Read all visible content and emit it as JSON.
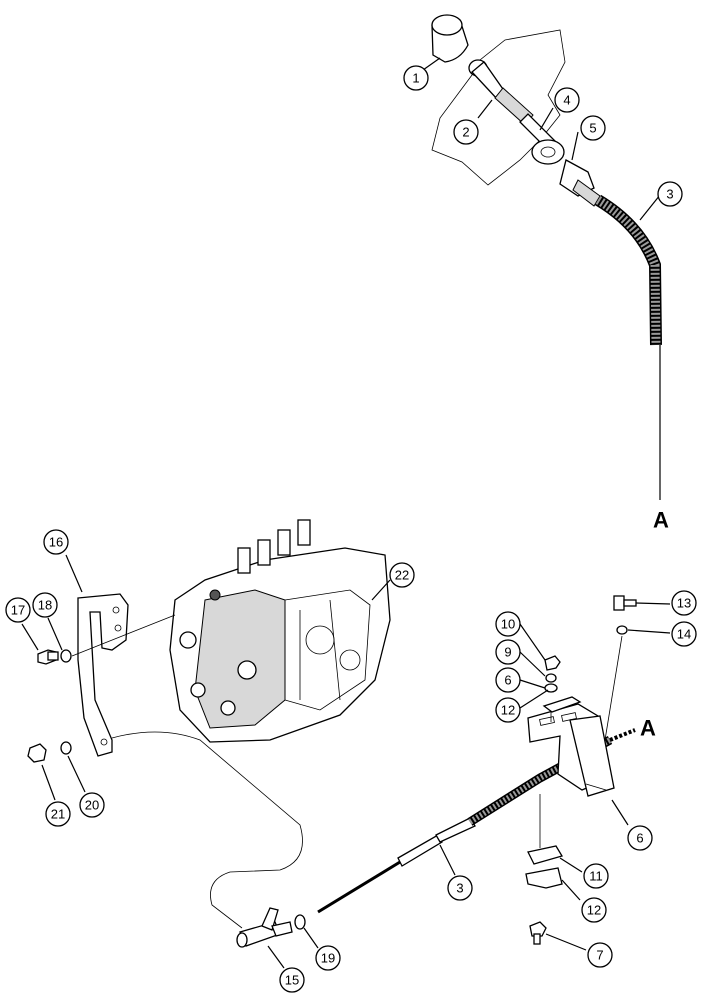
{
  "callouts": [
    {
      "id": "c1",
      "label": "1"
    },
    {
      "id": "c2",
      "label": "2"
    },
    {
      "id": "c3a",
      "label": "3"
    },
    {
      "id": "c4",
      "label": "4"
    },
    {
      "id": "c5",
      "label": "5"
    },
    {
      "id": "c10",
      "label": "10"
    },
    {
      "id": "c9",
      "label": "9"
    },
    {
      "id": "c6a",
      "label": "6"
    },
    {
      "id": "c12a",
      "label": "12"
    },
    {
      "id": "c13",
      "label": "13"
    },
    {
      "id": "c14",
      "label": "14"
    },
    {
      "id": "c16",
      "label": "16"
    },
    {
      "id": "c17",
      "label": "17"
    },
    {
      "id": "c18",
      "label": "18"
    },
    {
      "id": "c22",
      "label": "22"
    },
    {
      "id": "c21",
      "label": "21"
    },
    {
      "id": "c20",
      "label": "20"
    },
    {
      "id": "c6b",
      "label": "6"
    },
    {
      "id": "c11",
      "label": "11"
    },
    {
      "id": "c12b",
      "label": "12"
    },
    {
      "id": "c3b",
      "label": "3"
    },
    {
      "id": "c7",
      "label": "7"
    },
    {
      "id": "c15",
      "label": "15"
    },
    {
      "id": "c19",
      "label": "19"
    }
  ],
  "markers": {
    "upper": "A",
    "lower": "A"
  }
}
